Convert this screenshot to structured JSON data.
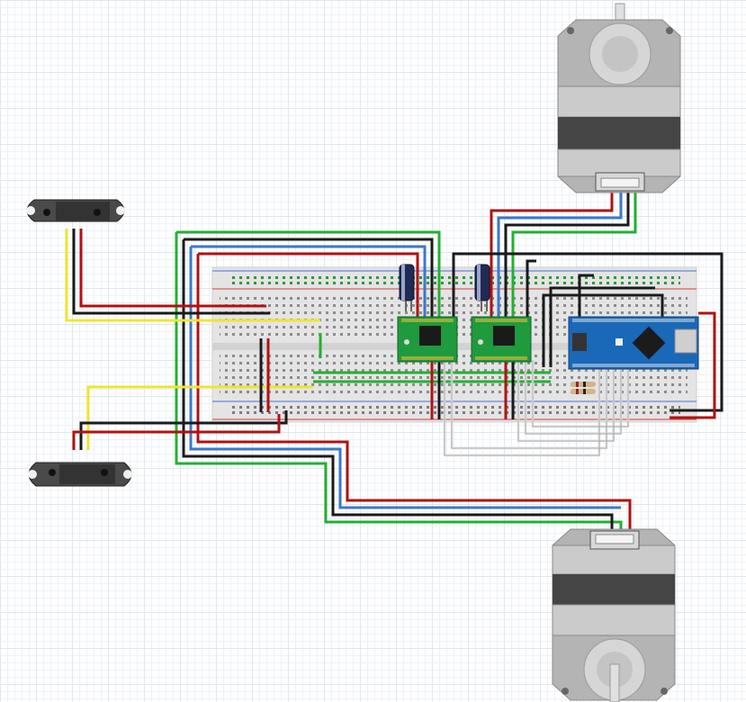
{
  "colors": {
    "wire_red": "#b01212",
    "wire_black": "#1a1a1a",
    "wire_blue": "#3a78c9",
    "wire_green": "#22b031",
    "wire_yellow": "#f0e431",
    "wire_white": "#e6e6e6",
    "breadboard": "#e4e4e4",
    "driver_board": "#1f9a3c",
    "arduino_board": "#1a68b8",
    "motor_body": "#a8a8a8",
    "sensor_body": "#3c3c3c"
  },
  "components": {
    "stepper_motors": [
      {
        "id": "stepper-motor-top",
        "icon": "stepper-motor-icon"
      },
      {
        "id": "stepper-motor-bottom",
        "icon": "stepper-motor-icon"
      }
    ],
    "distance_sensors": [
      {
        "id": "distance-sensor-top",
        "icon": "ir-distance-sensor-icon"
      },
      {
        "id": "distance-sensor-bottom",
        "icon": "ir-distance-sensor-icon"
      }
    ],
    "drivers": [
      {
        "id": "stepper-driver-1",
        "icon": "driver-chip-icon"
      },
      {
        "id": "stepper-driver-2",
        "icon": "driver-chip-icon"
      }
    ],
    "capacitors": [
      {
        "id": "capacitor-1",
        "icon": "capacitor-icon"
      },
      {
        "id": "capacitor-2",
        "icon": "capacitor-icon"
      }
    ],
    "microcontroller": {
      "id": "arduino-nano",
      "icon": "microcontroller-icon"
    }
  }
}
